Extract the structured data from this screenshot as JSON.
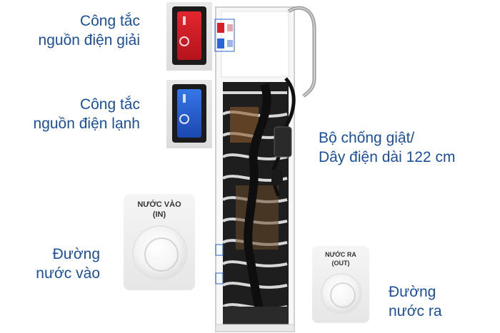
{
  "labels": {
    "hot_switch": [
      "Công tắc",
      "nguồn điện giải"
    ],
    "cold_switch": [
      "Công tắc",
      "nguồn điện lạnh"
    ],
    "power_cord": [
      "Bộ chống giật/",
      "Dây điện dài 122 cm"
    ],
    "water_inlet": [
      "Đường",
      "nước vào"
    ],
    "water_outlet": [
      "Đường",
      "nước ra"
    ]
  },
  "fittings": {
    "inlet": [
      "NƯỚC VÀO",
      "(IN)"
    ],
    "outlet": [
      "NƯỚC RA",
      "(OUT)"
    ]
  },
  "colors": {
    "label_text": "#1a4f9c",
    "red_switch": "#d8202a",
    "blue_switch": "#2a64d6"
  },
  "icons": {
    "power_on_glyph": "line",
    "power_off_glyph": "circle"
  }
}
